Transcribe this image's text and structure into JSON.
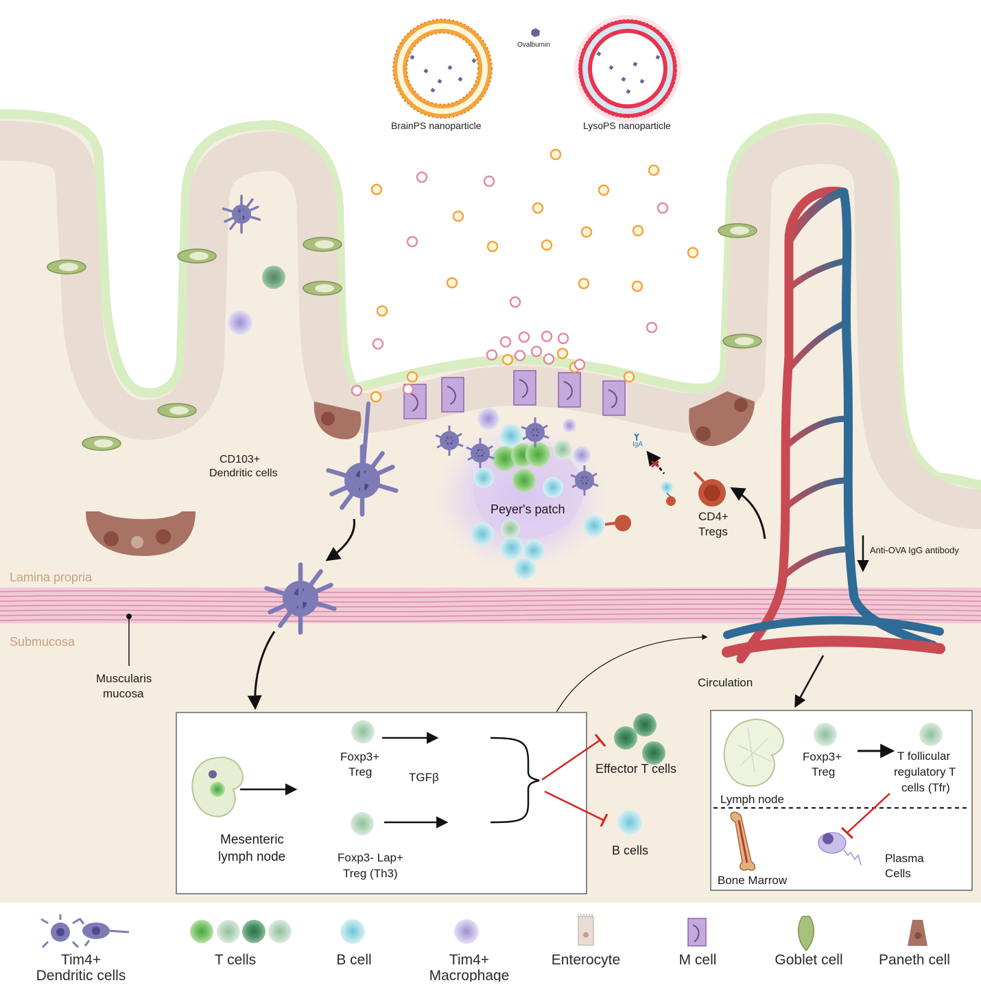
{
  "nanoparticles": {
    "brain_label": "BrainPS nanoparticle",
    "lyso_label": "LysoPS nanoparticle",
    "ovalbumin_label": "Ovalbumin"
  },
  "tissue": {
    "lamina_propria": "Lamina propria",
    "submucosa": "Submucosa",
    "muscularis_line1": "Muscularis",
    "muscularis_line2": "mucosa",
    "cd103_line1": "CD103+",
    "cd103_line2": "Dendritic cells",
    "peyers_patch": "Peyer's patch",
    "iga": "IgA",
    "cd4_line1": "CD4+",
    "cd4_line2": "Tregs",
    "anti_ova": "Anti-OVA IgG antibody",
    "circulation": "Circulation"
  },
  "mesenteric_box": {
    "node_line1": "Mesenteric",
    "node_line2": "lymph node",
    "foxp3_line1": "Foxp3+",
    "foxp3_line2": "Treg",
    "tgfb": "TGFβ",
    "lap_line1": "Foxp3- Lap+",
    "lap_line2": "Treg (Th3)",
    "effector": "Effector T cells",
    "bcells": "B cells"
  },
  "systemic_box": {
    "lymph_node": "Lymph node",
    "foxp3_line1": "Foxp3+",
    "foxp3_line2": "Treg",
    "tfr_line1": "T follicular",
    "tfr_line2": "regulatory T",
    "tfr_line3": "cells (Tfr)",
    "bone_marrow": "Bone Marrow",
    "plasma_line1": "Plasma",
    "plasma_line2": "Cells"
  },
  "legend": [
    {
      "line1": "Tim4+",
      "line2": "Dendritic cells"
    },
    {
      "line1": "T cells",
      "line2": ""
    },
    {
      "line1": "B cell",
      "line2": ""
    },
    {
      "line1": "Tim4+",
      "line2": "Macrophage"
    },
    {
      "line1": "Enterocyte",
      "line2": ""
    },
    {
      "line1": "M cell",
      "line2": ""
    },
    {
      "line1": "Goblet cell",
      "line2": ""
    },
    {
      "line1": "Paneth cell",
      "line2": ""
    }
  ],
  "colors": {
    "tissue_bg": "#f6ede1",
    "epithelium": "#e9dcd3",
    "mucus": "#d9edc3",
    "artery": "#c94a52",
    "vein": "#2e6b96",
    "dendritic": "#7d7ab6",
    "t_cell_green": "#62b657",
    "b_cell": "#a9dde8",
    "treg_red": "#c5553a",
    "inhibit_red": "#d81e1e"
  }
}
